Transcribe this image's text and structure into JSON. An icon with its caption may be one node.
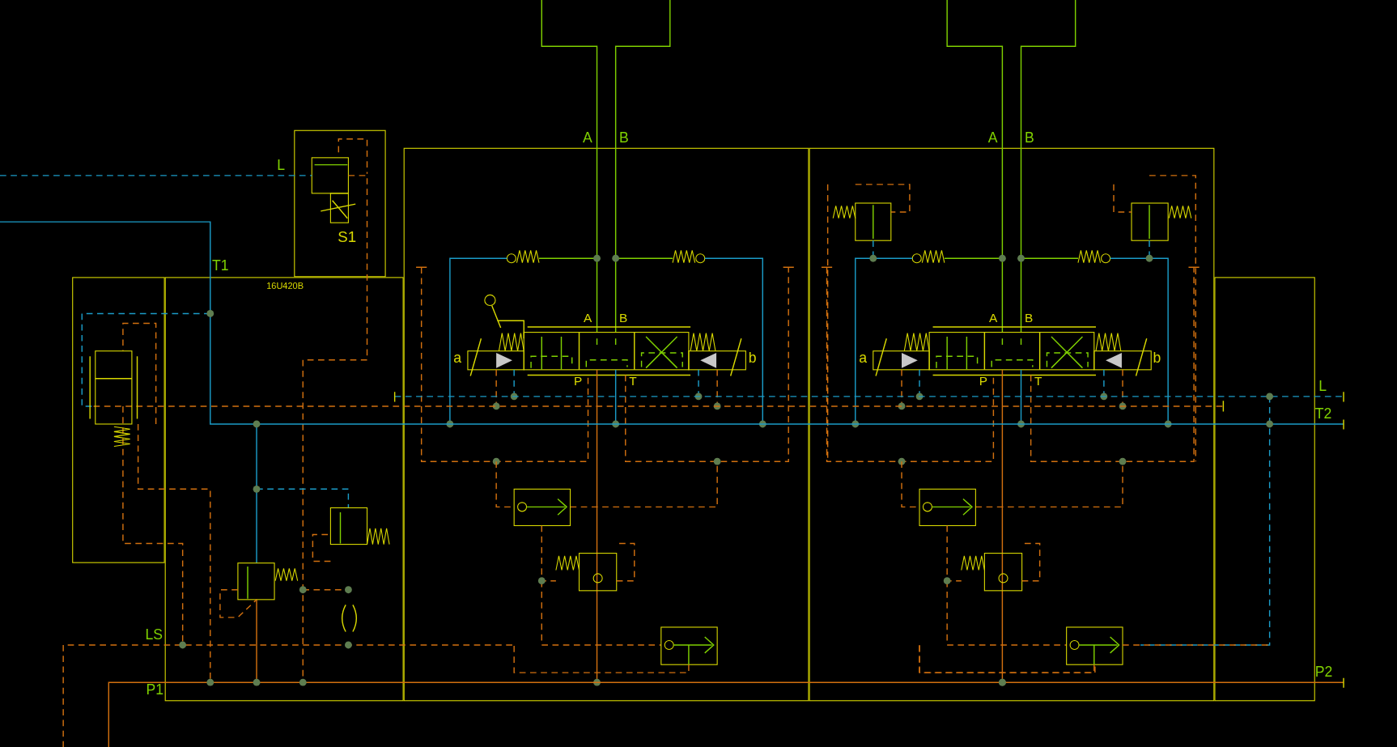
{
  "diagram": {
    "labels": [
      "A",
      "B",
      "A",
      "B",
      "L",
      "S1",
      "T1",
      "16U420B",
      "A",
      "B",
      "A",
      "B",
      "a",
      "b",
      "a",
      "b",
      "P",
      "T",
      "P",
      "T",
      "L",
      "T2",
      "LS",
      "P1",
      "P2"
    ]
  }
}
